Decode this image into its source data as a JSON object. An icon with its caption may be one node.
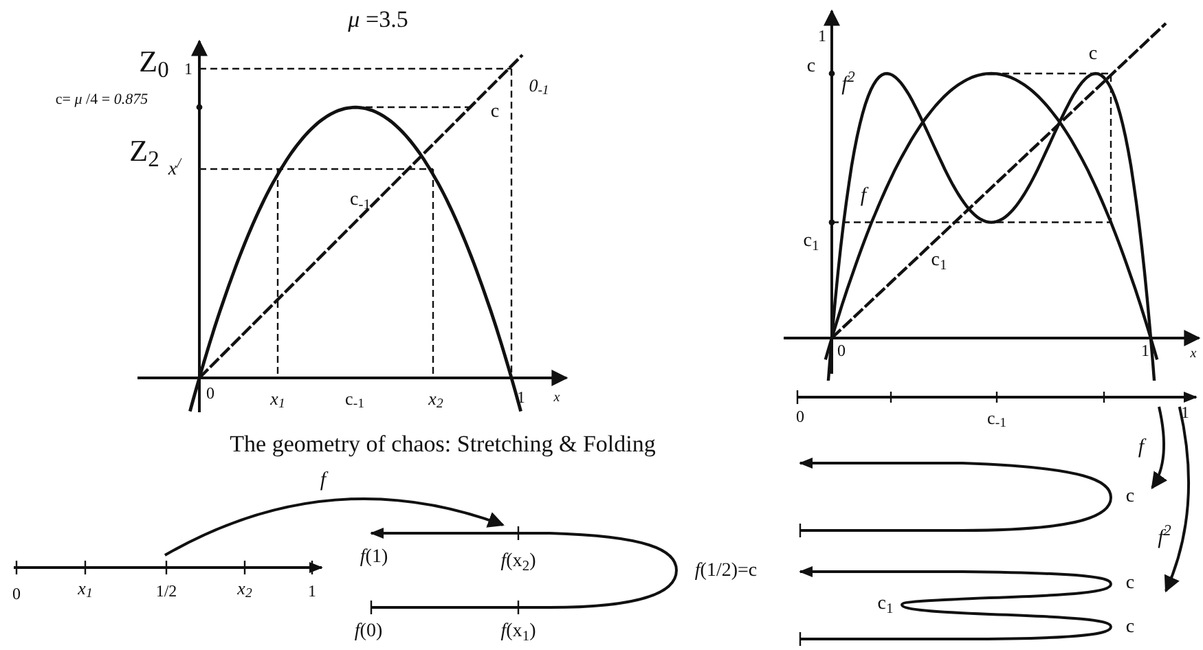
{
  "diagram": {
    "nodes": [
      {
        "text": [],
        "shape": "picture"
      },
      {
        "text": [],
        "shape": "picture"
      },
      {
        "text": [],
        "shape": "picture"
      },
      {
        "text": [],
        "shape": "picture"
      },
      {
        "text": [],
        "shape": "picture"
      }
    ],
    "edges": [
      {
        "from": 0,
        "to": 1,
        "arrow": "to",
        "label": "f"
      },
      {
        "from": 2,
        "to": 3,
        "arrow": "to",
        "label": "f"
      },
      {
        "from": 2,
        "to": 4,
        "arrow": "to",
        "label": "f$^{2}$"
      }
    ],
    "labels": [
      "*μ* =3.5",
      "Z$_{0}$",
      "1",
      "0$_{-1}$",
      "c= *μ* /4 = *0.875*",
      "c",
      "Z$_{2}$",
      "x$^{/}$",
      "c$_{-1}$",
      "0",
      "x$_{1}$",
      "c$_{-1}$",
      "x$_{2}$",
      "1",
      "x",
      "1",
      "c",
      "c",
      "f$^{2}$",
      "f",
      "c$_{1}$",
      "c$_{1}$",
      "0",
      "1",
      "x",
      "0",
      "c$_{-1}$",
      "1",
      "The geometry of chaos: Stretching & Folding",
      "c",
      "c",
      "c$_{1}$",
      "c",
      "0",
      "x$_{1}$",
      "1/2",
      "x$_{2}$",
      "1",
      "*f*(1)",
      "*f*(x$_{2}$)",
      "*f*(1/2)=c",
      "*f*(0)",
      "*f*(x$_{1}$)"
    ]
  }
}
